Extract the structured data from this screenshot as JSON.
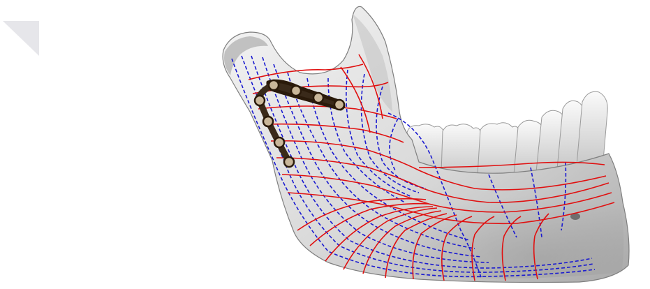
{
  "figure": {
    "subject": "mandible-with-fixation-plate",
    "colors": {
      "background": "#ffffff",
      "bone_light": "#eeeeee",
      "bone_mid": "#cfcfcf",
      "bone_dark": "#8e8e8e",
      "tooth": "#f3f3f3",
      "tension_lines": "#e01010",
      "compression_lines": "#1a1ad0",
      "plate": "#3a2a1a",
      "plate_hole": "#c9b79a",
      "corner_marker": "#e6e6ea"
    },
    "line_styles": {
      "tension": "solid",
      "compression": "dashed"
    }
  }
}
